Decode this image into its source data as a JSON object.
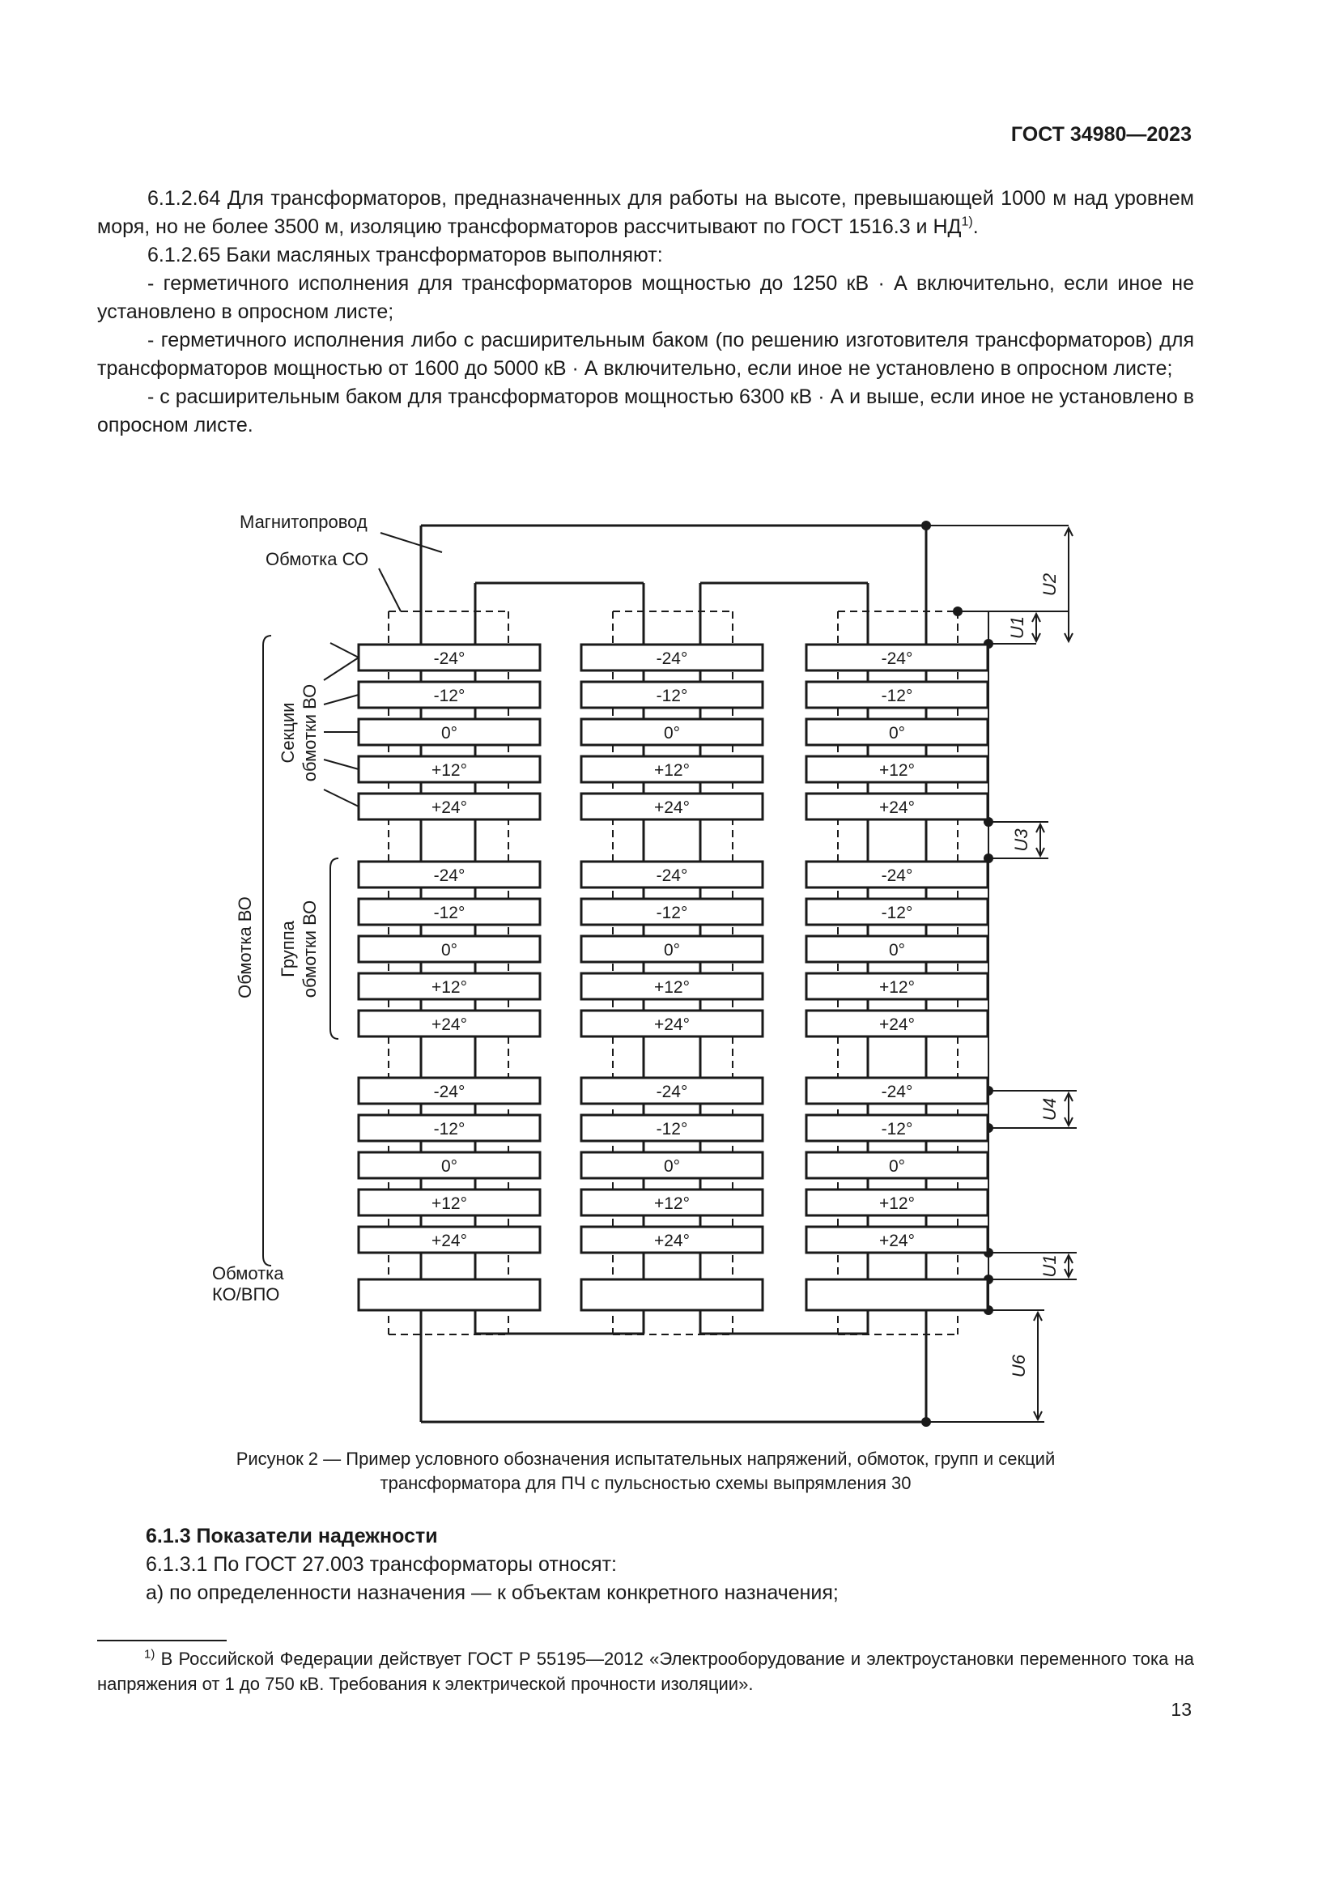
{
  "header": {
    "standard": "ГОСТ 34980—2023"
  },
  "body": {
    "p64": "6.1.2.64 Для трансформаторов, предназначенных для работы на высоте, превышающей 1000 м над уровнем моря, но не более 3500 м, изоляцию трансформаторов рассчитывают по ГОСТ 1516.3 и НД",
    "p64_sup": "1)",
    "p64_end": ".",
    "p65": "6.1.2.65 Баки масляных трансформаторов выполняют:",
    "items": [
      "- герметичного исполнения для трансформаторов мощностью до 1250 кВ · А включительно, если иное не установлено в опросном листе;",
      "- герметичного исполнения либо с расширительным баком (по решению изготовителя трансформаторов) для трансформаторов мощностью от 1600 до 5000 кВ · А включительно, если иное не установлено в опросном листе;",
      "- с расширительным баком для трансформаторов мощностью 6300 кВ · А и выше, если иное не установлено в опросном листе."
    ]
  },
  "figure": {
    "labels": {
      "core": "Магнитопровод",
      "co_winding": "Обмотка СО",
      "sections_line1": "Секции",
      "sections_line2": "обмотки ВО",
      "group_line1": "Группа",
      "group_line2": "обмотки ВО",
      "hv_winding": "Обмотка ВО",
      "ko_line1": "Обмотка",
      "ko_line2": "КО/ВПО"
    },
    "section_angles": [
      "-24°",
      "-12°",
      "0°",
      "+12°",
      "+24°"
    ],
    "voltages": [
      "U1",
      "U2",
      "U3",
      "U4",
      "U1",
      "U6"
    ],
    "caption_line1": "Рисунок 2 — Пример условного обозначения испытательных напряжений, обмоток, групп и секций",
    "caption_line2": "трансформатора для ПЧ с пульсностью схемы выпрямления 30"
  },
  "section": {
    "title": "6.1.3 Показатели надежности",
    "p1": "6.1.3.1 По ГОСТ 27.003 трансформаторы относят:",
    "p2": "а) по определенности назначения — к объектам конкретного назначения;"
  },
  "footnote": {
    "mark": "1)",
    "text": " В Российской Федерации действует ГОСТ Р 55195—2012 «Электрооборудование и электроустановки переменного тока на напряжения от 1 до 750 кВ. Требования к электрической прочности изоляции»."
  },
  "page_number": "13"
}
